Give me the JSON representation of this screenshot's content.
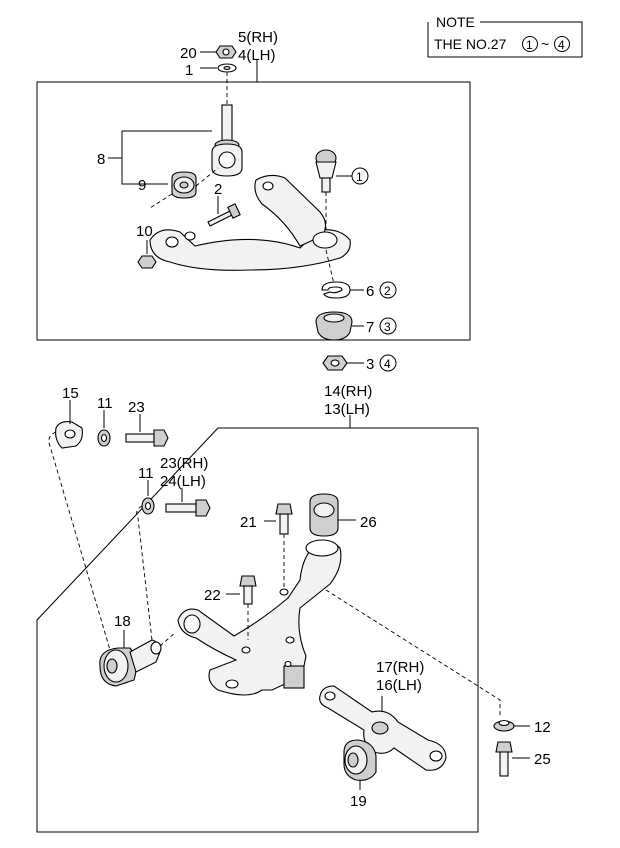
{
  "note": {
    "title": "NOTE",
    "text": "THE NO.27",
    "range_start": "1",
    "range_sep": "~",
    "range_end": "4"
  },
  "callouts": {
    "c1_top": "1",
    "c20": "20",
    "c5": "5(RH)",
    "c4": "4(LH)",
    "c8": "8",
    "c9": "9",
    "c2": "2",
    "c10": "10",
    "c1_ball": "1",
    "c6": "6",
    "c6_circ": "2",
    "c7": "7",
    "c7_circ": "3",
    "c3": "3",
    "c3_circ": "4",
    "c14": "14(RH)",
    "c13": "13(LH)",
    "c15": "15",
    "c11a": "11",
    "c23a": "23",
    "c11b": "11",
    "c23b": "23(RH)",
    "c24": "24(LH)",
    "c21": "21",
    "c26": "26",
    "c22": "22",
    "c18": "18",
    "c17": "17(RH)",
    "c16": "16(LH)",
    "c12": "12",
    "c25": "25",
    "c19": "19"
  }
}
